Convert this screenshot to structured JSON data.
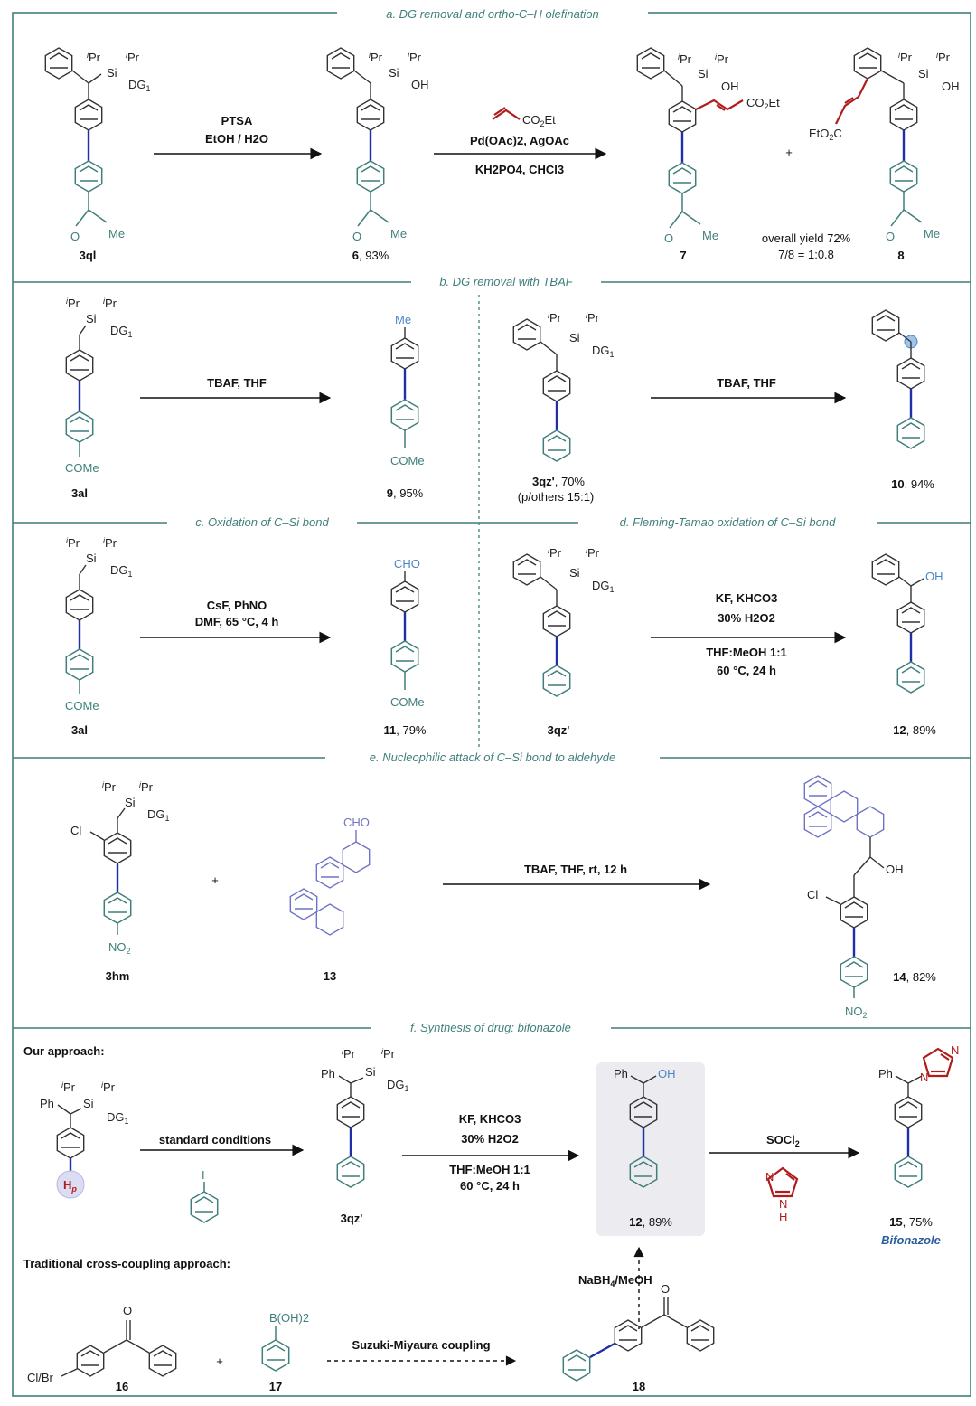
{
  "sections": {
    "a": "a. DG removal and ortho-C–H olefination",
    "b": "b. DG removal with TBAF",
    "c": "c. Oxidation of C–Si bond",
    "d": "d. Fleming-Tamao oxidation of C–Si bond",
    "e": "e. Nucleophilic attack of C–Si bond to aldehyde",
    "f": "f. Synthesis of drug: bifonazole"
  },
  "groups": {
    "ipr": "iPr",
    "si": "Si",
    "dg1": "DG1",
    "oh": "OH",
    "me": "Me",
    "o": "O",
    "co2et": "CO2Et",
    "eto2c": "EtO2C",
    "come": "COMe",
    "cho": "CHO",
    "cl": "Cl",
    "no2": "NO2",
    "ph": "Ph",
    "hp": "Hp",
    "n": "N",
    "nh": "H",
    "i": "I",
    "boh2": "B(OH)2",
    "clbr": "Cl/Br"
  },
  "a": {
    "cond1_line1": "PTSA",
    "cond1_line2": "EtOH / H2O",
    "cond2_line1": "Pd(OAc)2, AgOAc",
    "cond2_line2": "KH2PO4, CHCl3",
    "plus": "+",
    "cpd_3ql": "3ql",
    "cpd_6": "6",
    "yield_6": ", 93%",
    "cpd_7": "7",
    "cpd_8": "8",
    "overall": "overall yield 72%",
    "ratio": "7/8 = 1:0.8"
  },
  "b": {
    "cond1": "TBAF, THF",
    "cond2": "TBAF, THF",
    "cpd_3al": "3al",
    "cpd_9": "9",
    "yield_9": ", 95%",
    "cpd_3qz": "3qz'",
    "yield_3qz": ", 70%",
    "sel": "(p/others 15:1)",
    "cpd_10": "10",
    "yield_10": ", 94%"
  },
  "c": {
    "cond_line1": "CsF, PhNO",
    "cond_line2": "DMF, 65 °C, 4 h",
    "cpd_3al": "3al",
    "cpd_11": "11",
    "yield_11": ", 79%"
  },
  "d": {
    "cond_line1": "KF, KHCO3",
    "cond_line2": "30% H2O2",
    "cond_line3": "THF:MeOH 1:1",
    "cond_line4": "60 °C, 24 h",
    "cpd_3qz": "3qz'",
    "cpd_12": "12",
    "yield_12": ", 89%"
  },
  "e": {
    "cond": "TBAF, THF, rt, 12 h",
    "plus": "+",
    "cpd_3hm": "3hm",
    "cpd_13": "13",
    "cpd_14": "14",
    "yield_14": ", 82%"
  },
  "f": {
    "our": "Our approach:",
    "traditional": "Traditional cross-coupling approach:",
    "std": "standard conditions",
    "cond2_line1": "KF, KHCO3",
    "cond2_line2": "30% H2O2",
    "cond2_line3": "THF:MeOH 1:1",
    "cond2_line4": "60 °C, 24 h",
    "socl2": "SOCl2",
    "cpd_3qz": "3qz'",
    "cpd_12": "12",
    "yield_12": ", 89%",
    "cpd_15": "15",
    "yield_15": ", 75%",
    "drug": "Bifonazole",
    "nabh4": "NaBH4/MeOH",
    "suzuki": "Suzuki-Miyaura coupling",
    "plus": "+",
    "cpd_16": "16",
    "cpd_17": "17",
    "cpd_18": "18"
  },
  "colors": {
    "teal": "#3f7f7c",
    "blue_bond": "#1f2fa8",
    "red": "#b01c1c",
    "purple": "#6f73c6",
    "light_blue": "#4a86c6"
  }
}
